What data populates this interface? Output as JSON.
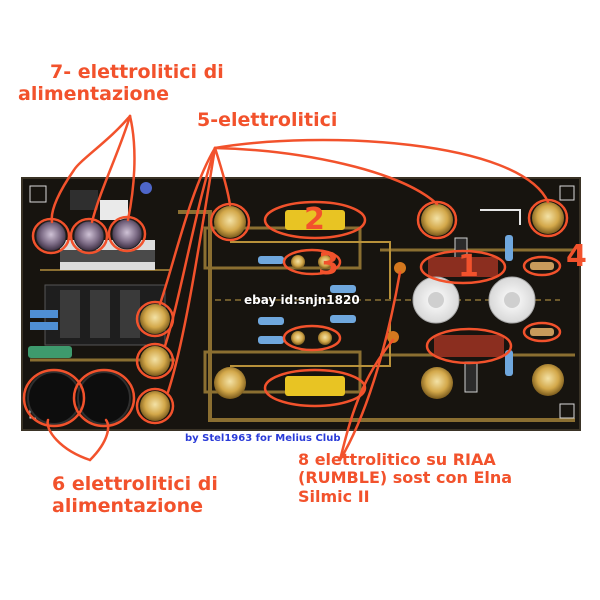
{
  "annotations": {
    "label_7": [
      "7- elettrolitici di",
      "alimentazione"
    ],
    "label_5": "5-elettrolitici",
    "label_6": [
      "6 elettrolitici di",
      "alimentazione"
    ],
    "label_8": [
      "8 elettrolitico su RIAA",
      "(RUMBLE) sost con Elna",
      "Silmic II"
    ],
    "num_1": "1",
    "num_2": "2",
    "num_3": "3",
    "num_4": "4"
  },
  "watermark": "ebay id:snjn1820",
  "credit": "by Stel1963 for Melius Club",
  "colors": {
    "annotation": "#f2522c",
    "pcb": "#15120e",
    "gold_trace": "#b8913a",
    "credit": "#2a3bd8"
  }
}
